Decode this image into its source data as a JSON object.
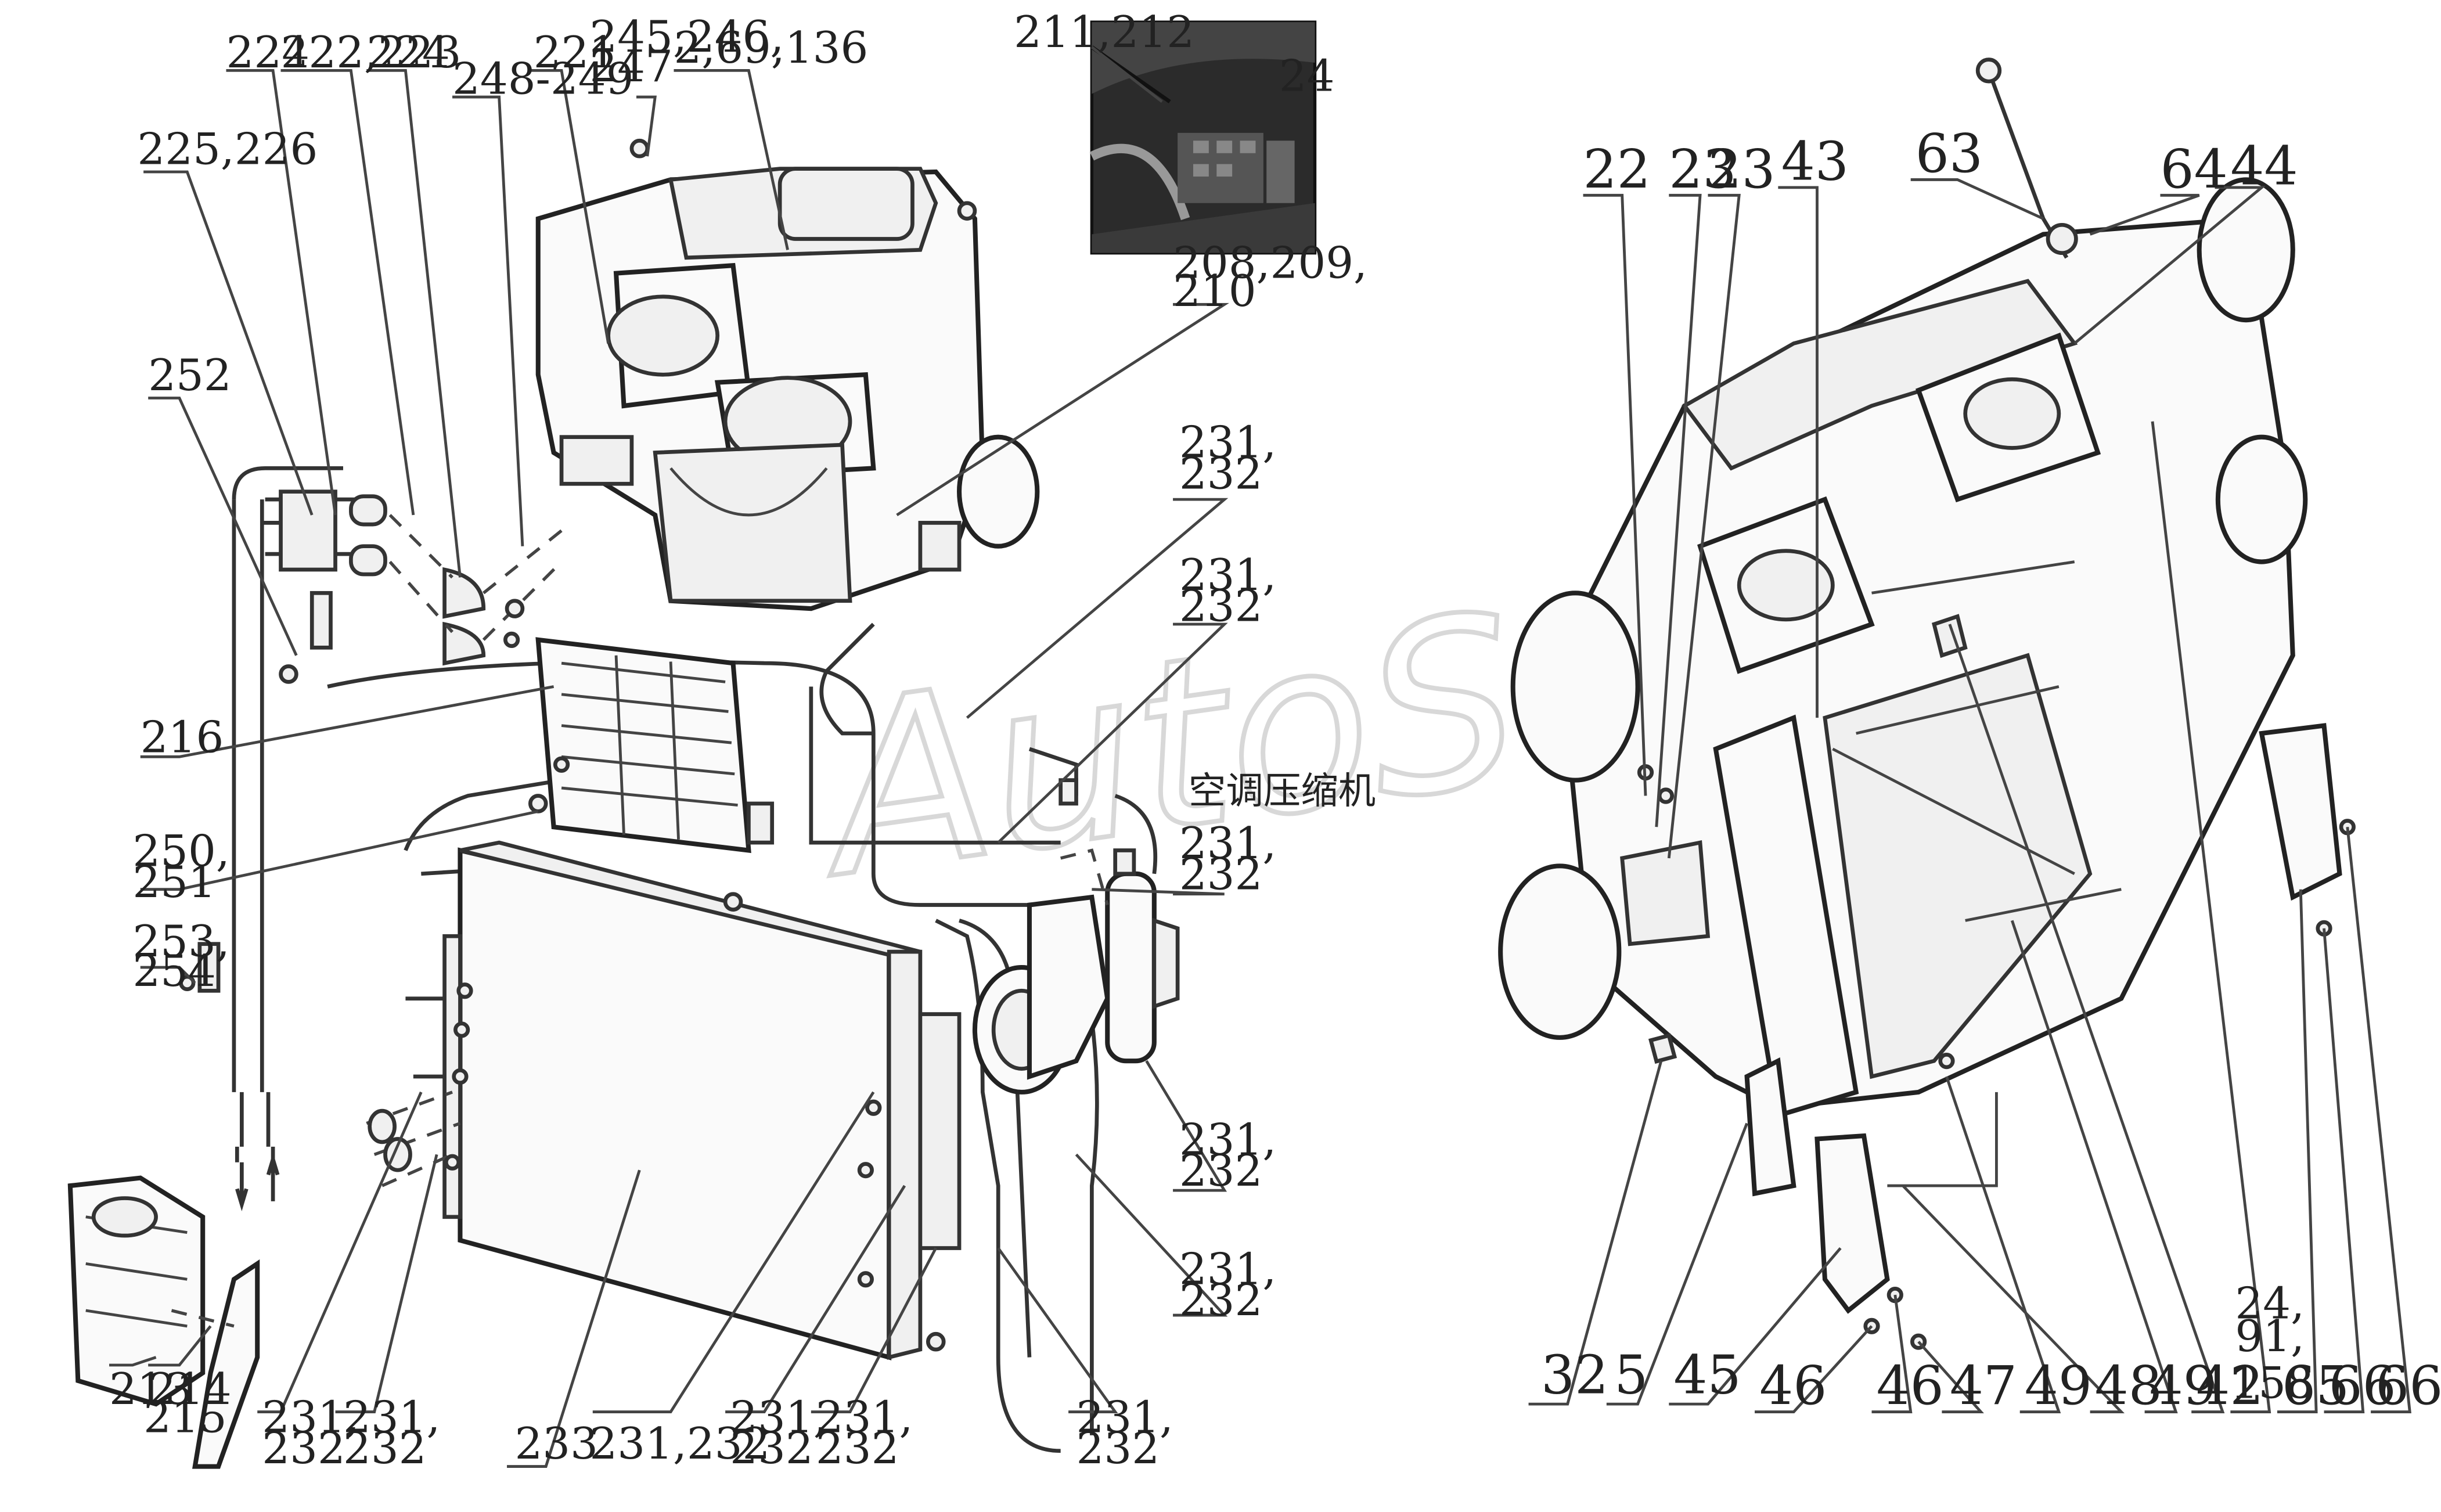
{
  "left_labels": [
    {
      "id": "l224a",
      "text": "224"
    },
    {
      "id": "l222",
      "text": "222,223"
    },
    {
      "id": "l224b",
      "text": "224"
    },
    {
      "id": "l248",
      "text": "248-249"
    },
    {
      "id": "l221",
      "text": "221"
    },
    {
      "id": "l245a",
      "text": "245,246,"
    },
    {
      "id": "l245b",
      "text": "247"
    },
    {
      "id": "l2",
      "text": "2,69,136"
    },
    {
      "id": "l211",
      "text": "211,212"
    },
    {
      "id": "l24photo",
      "text": "24"
    },
    {
      "id": "l225",
      "text": "225,226"
    },
    {
      "id": "l208a",
      "text": "208,209,"
    },
    {
      "id": "l208b",
      "text": "210"
    },
    {
      "id": "l252",
      "text": "252"
    },
    {
      "id": "l231a1",
      "text": "231,"
    },
    {
      "id": "l231a2",
      "text": "232"
    },
    {
      "id": "l231b1",
      "text": "231,"
    },
    {
      "id": "l231b2",
      "text": "232"
    },
    {
      "id": "l216",
      "text": "216"
    },
    {
      "id": "l231c1",
      "text": "231,"
    },
    {
      "id": "l231c2",
      "text": "232"
    },
    {
      "id": "l250a",
      "text": "250,"
    },
    {
      "id": "l250b",
      "text": "251"
    },
    {
      "id": "l253a",
      "text": "253,"
    },
    {
      "id": "l253b",
      "text": "254"
    },
    {
      "id": "l231d1",
      "text": "231,"
    },
    {
      "id": "l231d2",
      "text": "232"
    },
    {
      "id": "l231e1",
      "text": "231,"
    },
    {
      "id": "l231e2",
      "text": "232"
    },
    {
      "id": "l213",
      "text": "213"
    },
    {
      "id": "l214",
      "text": "214"
    },
    {
      "id": "l215",
      "text": "215"
    },
    {
      "id": "l231f1",
      "text": "231,"
    },
    {
      "id": "l231f2",
      "text": "232"
    },
    {
      "id": "l231g1",
      "text": "231,"
    },
    {
      "id": "l231g2",
      "text": "232"
    },
    {
      "id": "l233",
      "text": "233"
    },
    {
      "id": "l231h",
      "text": "231,232"
    },
    {
      "id": "l231i1",
      "text": "231,"
    },
    {
      "id": "l231i2",
      "text": "232"
    },
    {
      "id": "l231j1",
      "text": "231,"
    },
    {
      "id": "l231j2",
      "text": "232"
    },
    {
      "id": "l231k1",
      "text": "231,"
    },
    {
      "id": "l231k2",
      "text": "232"
    }
  ],
  "compressor_label": "空调压缩机",
  "right_labels": [
    {
      "id": "r22",
      "text": "22"
    },
    {
      "id": "r23a",
      "text": "23"
    },
    {
      "id": "r23b",
      "text": "23"
    },
    {
      "id": "r43",
      "text": "43"
    },
    {
      "id": "r63",
      "text": "63"
    },
    {
      "id": "r64",
      "text": "64"
    },
    {
      "id": "r44",
      "text": "44"
    },
    {
      "id": "r32",
      "text": "32"
    },
    {
      "id": "r5",
      "text": "5"
    },
    {
      "id": "r45",
      "text": "45"
    },
    {
      "id": "r46a",
      "text": "46"
    },
    {
      "id": "r46b",
      "text": "46"
    },
    {
      "id": "r47",
      "text": "47"
    },
    {
      "id": "r49a",
      "text": "49"
    },
    {
      "id": "r48",
      "text": "48"
    },
    {
      "id": "r49b",
      "text": "49"
    },
    {
      "id": "r42",
      "text": "42"
    },
    {
      "id": "r24a",
      "text": "24,"
    },
    {
      "id": "r24b",
      "text": "91,"
    },
    {
      "id": "r24c",
      "text": "158"
    },
    {
      "id": "r65",
      "text": "65"
    },
    {
      "id": "r66a",
      "text": "66"
    },
    {
      "id": "r66b",
      "text": "66"
    }
  ],
  "watermark": "AutoSoft"
}
